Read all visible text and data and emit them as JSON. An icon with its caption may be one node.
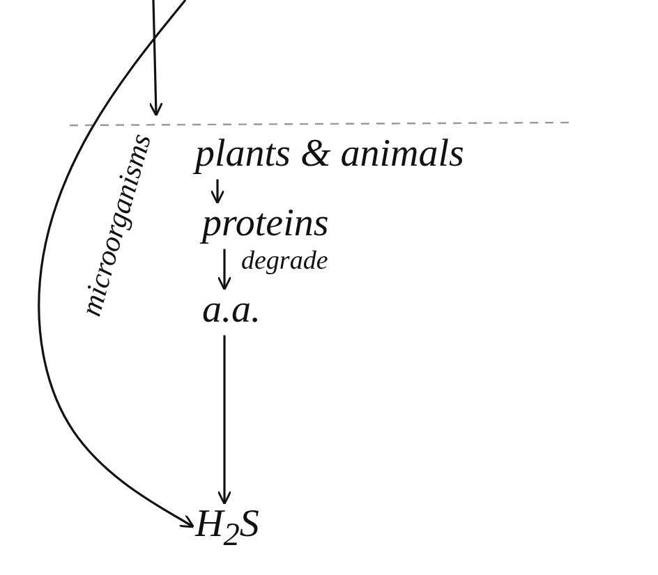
{
  "diagram": {
    "nodes": [
      {
        "text": [
          "plants & animals"
        ]
      },
      {
        "text": [
          "proteins"
        ]
      },
      {
        "text": [
          "a.a."
        ]
      },
      {
        "text": [
          "H$_{2}$S"
        ]
      }
    ],
    "edges": [
      {
        "from": null,
        "to": 0,
        "arrow": "to"
      },
      {
        "from": null,
        "to": 3,
        "arrow": "to",
        "label": "microorganisms"
      },
      {
        "from": 0,
        "to": 1,
        "arrow": "to"
      },
      {
        "from": 1,
        "to": 2,
        "arrow": "to",
        "label": "degrade"
      },
      {
        "from": 2,
        "to": 3,
        "arrow": "to"
      }
    ]
  }
}
